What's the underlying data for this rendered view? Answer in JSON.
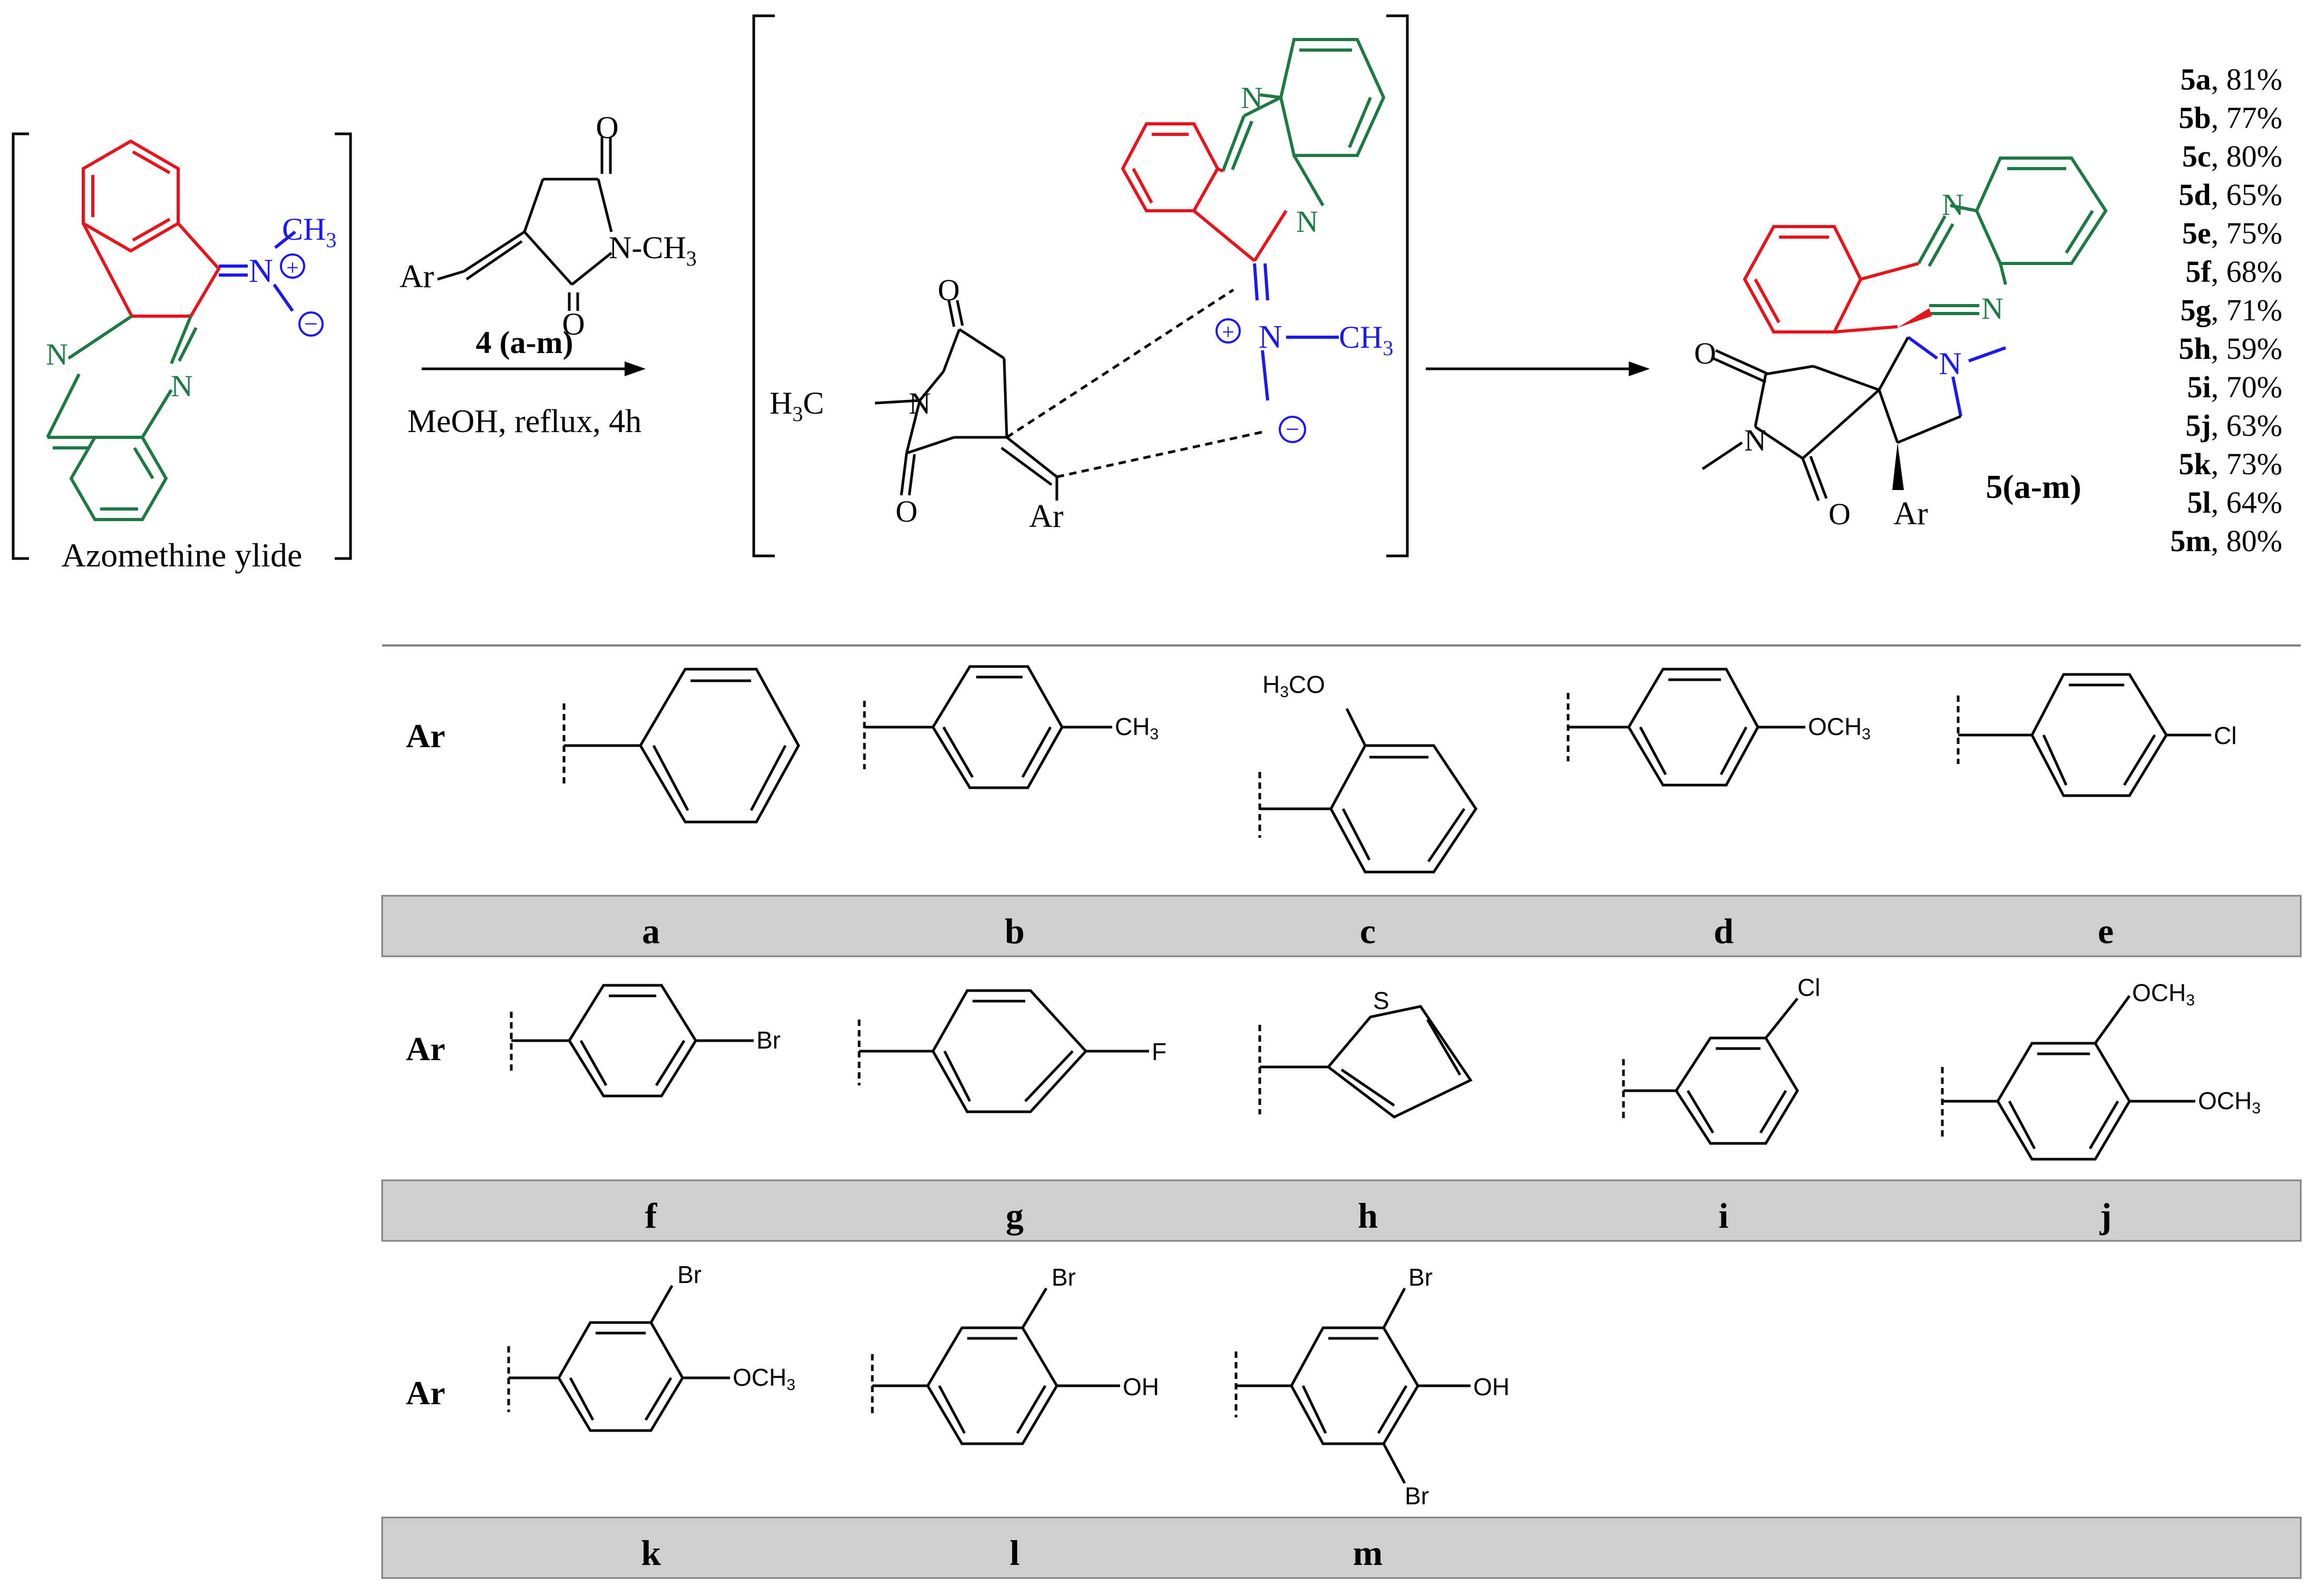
{
  "scheme": {
    "ylide_caption": "Azomethine ylide",
    "reagent_label": "4 (a-m)",
    "conditions": "MeOH, reflux, 4h",
    "ar_text": "Ar",
    "ch3_text": "CH",
    "sub3": "3",
    "h3c_h": "H",
    "h3c_c": "C",
    "n_text": "N",
    "o_text": "O",
    "n_ch3_text": "N-CH",
    "plus_sign": "+",
    "minus_sign": "−",
    "product_label": "5(a-m)"
  },
  "yields": [
    {
      "bold": "5a",
      "rest": ", 81%"
    },
    {
      "bold": "5b",
      "rest": ", 77%"
    },
    {
      "bold": "5c",
      "rest": ", 80%"
    },
    {
      "bold": "5d",
      "rest": ", 65%"
    },
    {
      "bold": "5e",
      "rest": ", 75%"
    },
    {
      "bold": "5f",
      "rest": ", 68%"
    },
    {
      "bold": "5g",
      "rest": ", 71%"
    },
    {
      "bold": "5h",
      "rest": ", 59%"
    },
    {
      "bold": "5i",
      "rest": ", 70%"
    },
    {
      "bold": "5j",
      "rest": ", 63%"
    },
    {
      "bold": "5k",
      "rest": ", 73%"
    },
    {
      "bold": "5l",
      "rest": ", 64%"
    },
    {
      "bold": "5m",
      "rest": ", 80%"
    }
  ],
  "table": {
    "row_label": "Ar",
    "row1_letters": [
      "a",
      "b",
      "c",
      "d",
      "e"
    ],
    "row2_letters": [
      "f",
      "g",
      "h",
      "i",
      "j"
    ],
    "row3_letters": [
      "k",
      "l",
      "m"
    ]
  },
  "substituents": {
    "ch3": "CH3",
    "h3co": "H3CO",
    "och3": "OCH3",
    "cl": "Cl",
    "br": "Br",
    "f": "F",
    "s": "S",
    "oh": "OH"
  },
  "colors": {
    "indeno": "#e8141b",
    "quinoxaline": "#1e7a44",
    "ylide": "#1a1aee",
    "ink": "#000000",
    "band": "#cfcfcf",
    "rule": "#808080"
  }
}
